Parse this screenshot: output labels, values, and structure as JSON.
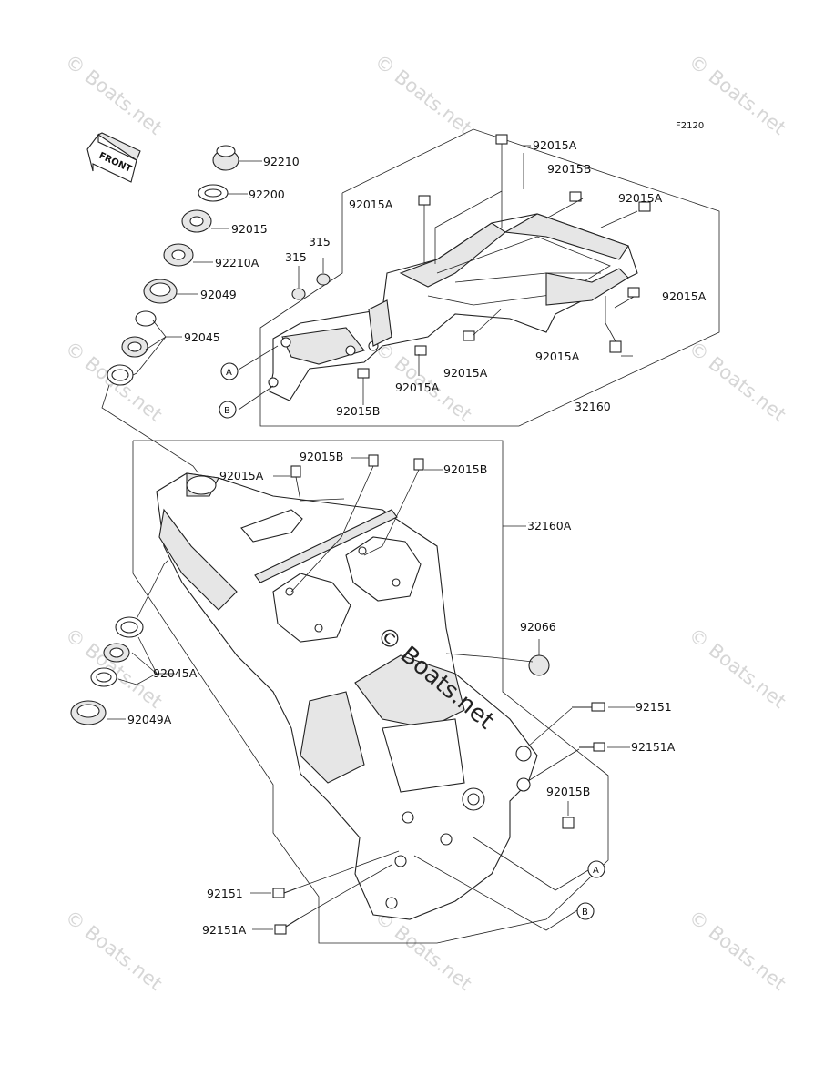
{
  "figure_code": "F2120",
  "front_label": "FRONT",
  "watermark": "© Boats.net",
  "center_watermark": "© Boats.net",
  "callouts": {
    "a": "A",
    "b": "B"
  },
  "parts": {
    "p92210": "92210",
    "p92200": "92200",
    "p92015": "92015",
    "p92210A": "92210A",
    "p92049": "92049",
    "p92045": "92045",
    "p315": "315",
    "p92015A": "92015A",
    "p92015B": "92015B",
    "p32160": "32160",
    "p32160A": "32160A",
    "p92066": "92066",
    "p92151": "92151",
    "p92151A": "92151A",
    "p92045A": "92045A",
    "p92049A": "92049A"
  },
  "colors": {
    "line": "#222222",
    "watermark": "#d6d6d6",
    "background": "#ffffff"
  }
}
